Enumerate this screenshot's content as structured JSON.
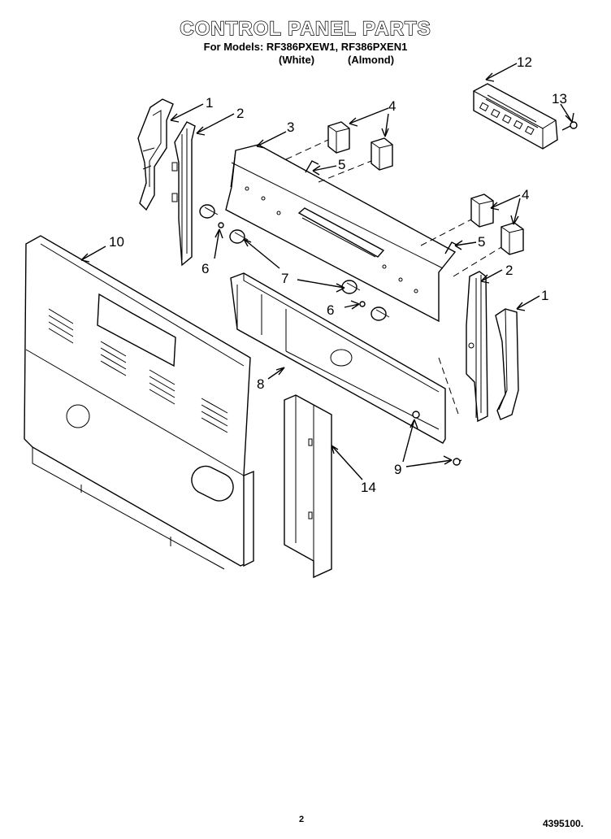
{
  "header": {
    "title": "CONTROL PANEL PARTS",
    "models_line": "For Models: RF386PXEW1, RF386PXEN1",
    "variant_white": "(White)",
    "variant_almond": "(Almond)"
  },
  "callouts": {
    "c1a": "1",
    "c1b": "1",
    "c2a": "2",
    "c2b": "2",
    "c3": "3",
    "c4a": "4",
    "c4b": "4",
    "c5a": "5",
    "c5b": "5",
    "c6a": "6",
    "c6b": "6",
    "c7": "7",
    "c8": "8",
    "c9": "9",
    "c10": "10",
    "c12": "12",
    "c13": "13",
    "c14": "14"
  },
  "footer": {
    "page_number": "2",
    "document_number": "4395100."
  }
}
